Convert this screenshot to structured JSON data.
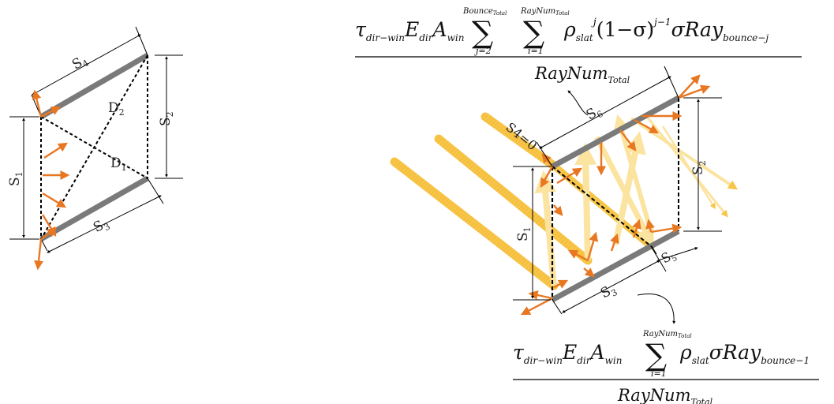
{
  "labels": {
    "s1": "S",
    "s1_sub": "1",
    "s2": "S",
    "s2_sub": "2",
    "s3": "S",
    "s3_sub": "3",
    "s4": "S",
    "s4_sub": "4",
    "s5": "S",
    "s5_sub": "5",
    "s6": "S",
    "s6_sub": "6",
    "d1": "D",
    "d1_sub": "1",
    "d2": "D",
    "d2_sub": "2",
    "s4_zero": "S4=0"
  },
  "formula_top": {
    "prefix": "τ",
    "tau_sub": "dir−win",
    "e": "E",
    "e_sub": "dir",
    "a": "A",
    "a_sub": "win",
    "sum1_top": "Bounce",
    "sum1_top_sub": "Total",
    "sum1_bottom": "j=2",
    "sum2_top": "RayNum",
    "sum2_top_sub": "Total",
    "sum2_bottom": "i=1",
    "sigma_sym": "∑",
    "rho": "ρ",
    "rho_sub": "slat",
    "rho_sup": "j",
    "middle": "(1−σ)",
    "middle_sup": "j−1",
    "sigma": "σ",
    "ray": "Ray",
    "ray_sub": "bounce−j",
    "denominator": "RayNum",
    "denominator_sub": "Total"
  },
  "formula_bottom": {
    "prefix": "τ",
    "tau_sub": "dir−win",
    "e": "E",
    "e_sub": "dir",
    "a": "A",
    "a_sub": "win",
    "sum_top": "RayNum",
    "sum_top_sub": "Total",
    "sum_bottom": "i=1",
    "sigma_sym": "∑",
    "rho": "ρ",
    "rho_sub": "slat",
    "sigma": "σ",
    "ray": "Ray",
    "ray_sub": "bounce−1",
    "denominator": "RayNum",
    "denominator_sub": "Total"
  },
  "colors": {
    "slat": "#7a7a7a",
    "arrow": "#e87722",
    "beam": "#f7c548",
    "beam_light": "#fbe3a0",
    "line": "#000000"
  }
}
